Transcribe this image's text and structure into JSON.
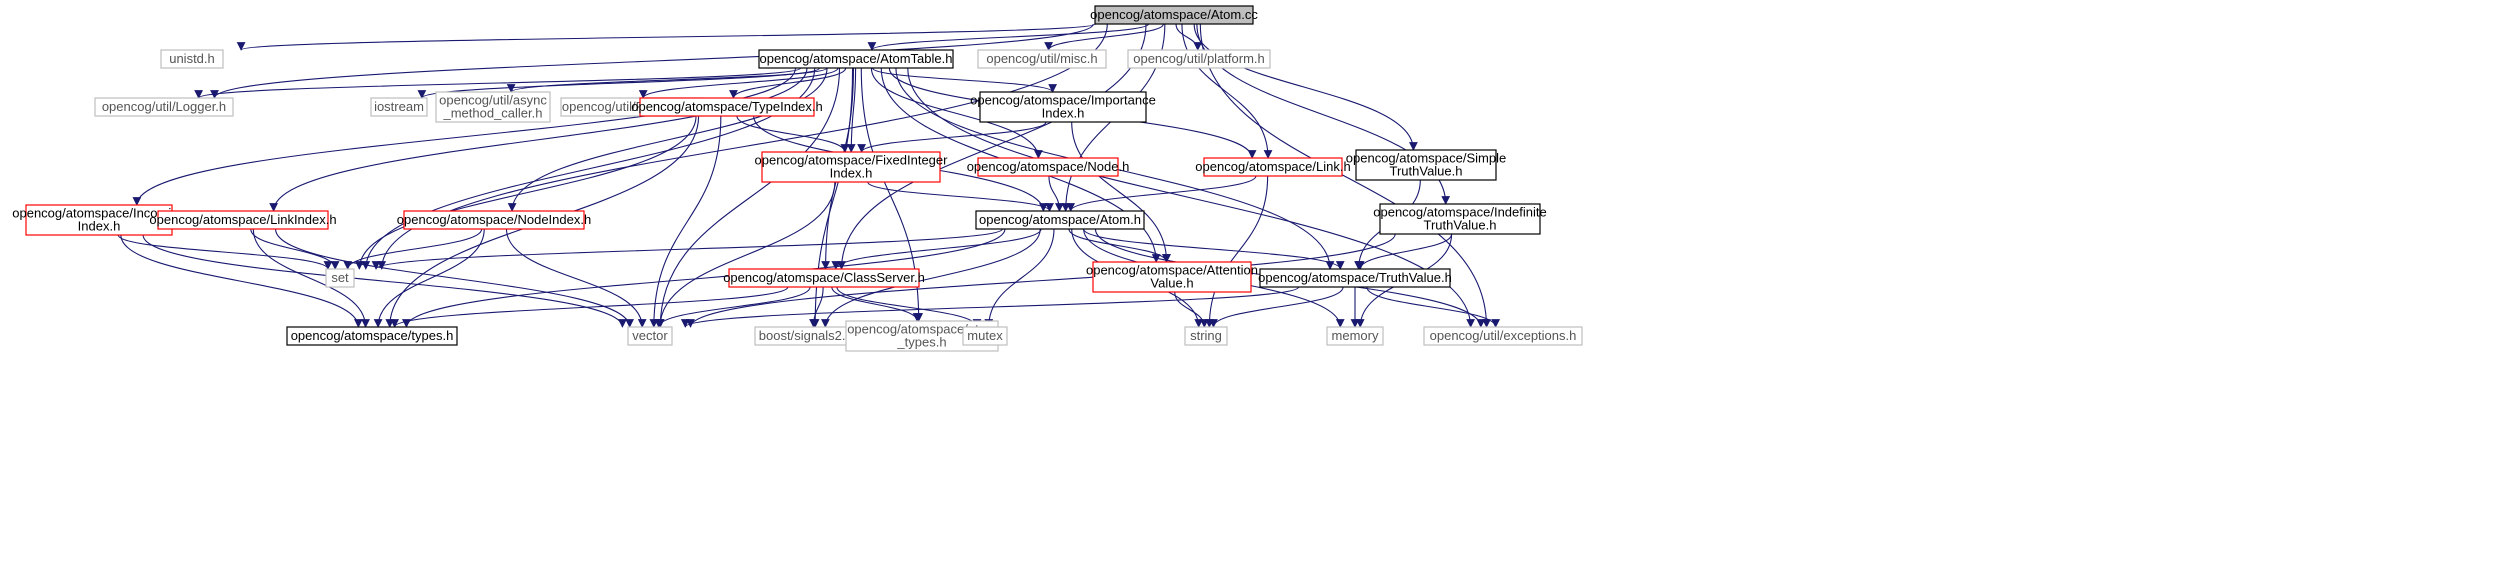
{
  "graph": {
    "nodes": [
      {
        "id": "atom_cc",
        "lines": [
          "opencog/atomspace/Atom.cc"
        ],
        "style": "root"
      },
      {
        "id": "unistd",
        "lines": [
          "unistd.h"
        ],
        "style": "gray"
      },
      {
        "id": "atomtable",
        "lines": [
          "opencog/atomspace/AtomTable.h"
        ],
        "style": "black"
      },
      {
        "id": "misc",
        "lines": [
          "opencog/util/misc.h"
        ],
        "style": "gray"
      },
      {
        "id": "platform",
        "lines": [
          "opencog/util/platform.h"
        ],
        "style": "gray"
      },
      {
        "id": "logger",
        "lines": [
          "opencog/util/Logger.h"
        ],
        "style": "gray"
      },
      {
        "id": "iostream",
        "lines": [
          "iostream"
        ],
        "style": "gray"
      },
      {
        "id": "async",
        "lines": [
          "opencog/util/async",
          "_method_caller.h"
        ],
        "style": "gray"
      },
      {
        "id": "randgen",
        "lines": [
          "opencog/util/RandGen.h"
        ],
        "style": "gray"
      },
      {
        "id": "typeindex",
        "lines": [
          "opencog/atomspace/TypeIndex.h"
        ],
        "style": "red"
      },
      {
        "id": "importance",
        "lines": [
          "opencog/atomspace/Importance",
          "Index.h"
        ],
        "style": "black"
      },
      {
        "id": "fixedint",
        "lines": [
          "opencog/atomspace/FixedInteger",
          "Index.h"
        ],
        "style": "red"
      },
      {
        "id": "node",
        "lines": [
          "opencog/atomspace/Node.h"
        ],
        "style": "red"
      },
      {
        "id": "link",
        "lines": [
          "opencog/atomspace/Link.h"
        ],
        "style": "red"
      },
      {
        "id": "simpletv",
        "lines": [
          "opencog/atomspace/Simple",
          "TruthValue.h"
        ],
        "style": "black"
      },
      {
        "id": "indefinite",
        "lines": [
          "opencog/atomspace/Indefinite",
          "TruthValue.h"
        ],
        "style": "black"
      },
      {
        "id": "incoming",
        "lines": [
          "opencog/atomspace/Incoming",
          "Index.h"
        ],
        "style": "red"
      },
      {
        "id": "linkindex",
        "lines": [
          "opencog/atomspace/LinkIndex.h"
        ],
        "style": "red"
      },
      {
        "id": "nodeindex",
        "lines": [
          "opencog/atomspace/NodeIndex.h"
        ],
        "style": "red"
      },
      {
        "id": "atom_h",
        "lines": [
          "opencog/atomspace/Atom.h"
        ],
        "style": "black"
      },
      {
        "id": "classserver",
        "lines": [
          "opencog/atomspace/ClassServer.h"
        ],
        "style": "red"
      },
      {
        "id": "attention",
        "lines": [
          "opencog/atomspace/Attention",
          "Value.h"
        ],
        "style": "red"
      },
      {
        "id": "truthvalue",
        "lines": [
          "opencog/atomspace/TruthValue.h"
        ],
        "style": "black"
      },
      {
        "id": "set",
        "lines": [
          "set"
        ],
        "style": "gray"
      },
      {
        "id": "types",
        "lines": [
          "opencog/atomspace/types.h"
        ],
        "style": "black"
      },
      {
        "id": "vector",
        "lines": [
          "vector"
        ],
        "style": "gray"
      },
      {
        "id": "signals2",
        "lines": [
          "boost/signals2.hpp"
        ],
        "style": "gray"
      },
      {
        "id": "atom_types",
        "lines": [
          "opencog/atomspace/atom",
          "_types.h"
        ],
        "style": "gray"
      },
      {
        "id": "mutex",
        "lines": [
          "mutex"
        ],
        "style": "gray"
      },
      {
        "id": "string",
        "lines": [
          "string"
        ],
        "style": "gray"
      },
      {
        "id": "memory",
        "lines": [
          "memory"
        ],
        "style": "gray"
      },
      {
        "id": "exceptions",
        "lines": [
          "opencog/util/exceptions.h"
        ],
        "style": "gray"
      }
    ],
    "edges": [
      [
        "atom_cc",
        "unistd"
      ],
      [
        "atom_cc",
        "atomtable"
      ],
      [
        "atom_cc",
        "misc"
      ],
      [
        "atom_cc",
        "platform"
      ],
      [
        "atom_cc",
        "logger"
      ],
      [
        "atom_cc",
        "set"
      ],
      [
        "atom_cc",
        "classserver"
      ],
      [
        "atom_cc",
        "atom_h"
      ],
      [
        "atom_cc",
        "link"
      ],
      [
        "atom_cc",
        "simpletv"
      ],
      [
        "atom_cc",
        "indefinite"
      ],
      [
        "atom_cc",
        "exceptions"
      ],
      [
        "atomtable",
        "logger"
      ],
      [
        "atomtable",
        "iostream"
      ],
      [
        "atomtable",
        "async"
      ],
      [
        "atomtable",
        "randgen"
      ],
      [
        "atomtable",
        "typeindex"
      ],
      [
        "atomtable",
        "importance"
      ],
      [
        "atomtable",
        "fixedint"
      ],
      [
        "atomtable",
        "node"
      ],
      [
        "atomtable",
        "link"
      ],
      [
        "atomtable",
        "incoming"
      ],
      [
        "atomtable",
        "linkindex"
      ],
      [
        "atomtable",
        "nodeindex"
      ],
      [
        "atomtable",
        "set"
      ],
      [
        "atomtable",
        "vector"
      ],
      [
        "atomtable",
        "classserver"
      ],
      [
        "atomtable",
        "signals2"
      ],
      [
        "atomtable",
        "atom_types"
      ],
      [
        "atomtable",
        "attention"
      ],
      [
        "atomtable",
        "truthvalue"
      ],
      [
        "atomtable",
        "exceptions"
      ],
      [
        "typeindex",
        "fixedint"
      ],
      [
        "typeindex",
        "atom_h"
      ],
      [
        "typeindex",
        "set"
      ],
      [
        "typeindex",
        "vector"
      ],
      [
        "typeindex",
        "types"
      ],
      [
        "importance",
        "fixedint"
      ],
      [
        "importance",
        "attention"
      ],
      [
        "fixedint",
        "atom_h"
      ],
      [
        "fixedint",
        "vector"
      ],
      [
        "node",
        "atom_h"
      ],
      [
        "link",
        "atom_h"
      ],
      [
        "link",
        "string"
      ],
      [
        "simpletv",
        "truthvalue"
      ],
      [
        "indefinite",
        "truthvalue"
      ],
      [
        "indefinite",
        "vector"
      ],
      [
        "indefinite",
        "memory"
      ],
      [
        "incoming",
        "set"
      ],
      [
        "incoming",
        "vector"
      ],
      [
        "incoming",
        "types"
      ],
      [
        "linkindex",
        "set"
      ],
      [
        "linkindex",
        "vector"
      ],
      [
        "linkindex",
        "types"
      ],
      [
        "nodeindex",
        "set"
      ],
      [
        "nodeindex",
        "vector"
      ],
      [
        "nodeindex",
        "types"
      ],
      [
        "atom_h",
        "set"
      ],
      [
        "atom_h",
        "types"
      ],
      [
        "atom_h",
        "classserver"
      ],
      [
        "atom_h",
        "signals2"
      ],
      [
        "atom_h",
        "mutex"
      ],
      [
        "atom_h",
        "attention"
      ],
      [
        "atom_h",
        "truthvalue"
      ],
      [
        "atom_h",
        "string"
      ],
      [
        "atom_h",
        "memory"
      ],
      [
        "atom_h",
        "exceptions"
      ],
      [
        "classserver",
        "types"
      ],
      [
        "classserver",
        "vector"
      ],
      [
        "classserver",
        "signals2"
      ],
      [
        "classserver",
        "atom_types"
      ],
      [
        "classserver",
        "mutex"
      ],
      [
        "attention",
        "string"
      ],
      [
        "truthvalue",
        "vector"
      ],
      [
        "truthvalue",
        "string"
      ],
      [
        "truthvalue",
        "memory"
      ],
      [
        "truthvalue",
        "exceptions"
      ]
    ]
  },
  "colors": {
    "edge": "#191970",
    "border_black": "#000000",
    "border_red": "#ff0000",
    "border_gray": "#bfbfbf",
    "root_fill": "#bfbfbf",
    "text_dark": "#000000",
    "text_gray": "#555555"
  }
}
